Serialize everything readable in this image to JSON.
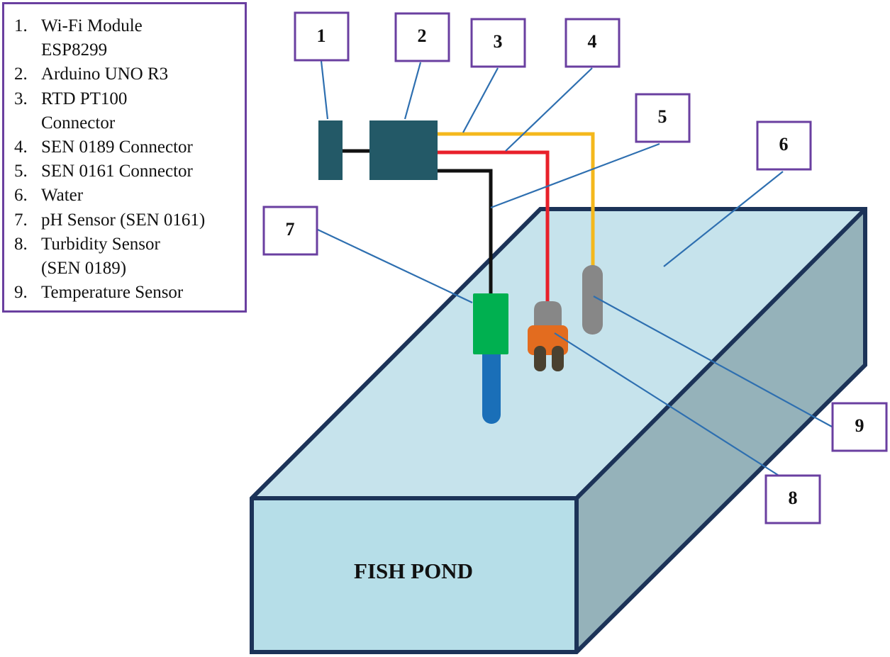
{
  "legend": {
    "items": [
      {
        "num": "1.",
        "lines": [
          "Wi-Fi Module",
          "ESP8299"
        ]
      },
      {
        "num": "2.",
        "lines": [
          "Arduino UNO R3"
        ]
      },
      {
        "num": "3.",
        "lines": [
          "RTD PT100",
          "Connector"
        ]
      },
      {
        "num": "4.",
        "lines": [
          "SEN 0189 Connector"
        ]
      },
      {
        "num": "5.",
        "lines": [
          "SEN 0161 Connector"
        ]
      },
      {
        "num": "6.",
        "lines": [
          "Water"
        ]
      },
      {
        "num": "7.",
        "lines": [
          "pH Sensor (SEN 0161)"
        ]
      },
      {
        "num": "8.",
        "lines": [
          "Turbidity Sensor",
          "(SEN 0189)"
        ]
      },
      {
        "num": "9.",
        "lines": [
          "Temperature Sensor"
        ]
      }
    ]
  },
  "callouts": [
    "1",
    "2",
    "3",
    "4",
    "5",
    "6",
    "7",
    "8",
    "9"
  ],
  "pond": {
    "title": "FISH POND"
  },
  "colors": {
    "callout_border": "#6a3fa0",
    "leader_line": "#2e6fb0",
    "module_fill": "#235967",
    "wire_yellow": "#f4b81c",
    "wire_red": "#e8202a",
    "wire_black": "#111111",
    "pond_outline": "#1c3358",
    "pond_top": "#c6e3ec",
    "pond_front": "#b6dee8",
    "pond_side": "#95b2ba",
    "ph_body": "#00b050",
    "ph_tip": "#1a6fb8",
    "sensor_gray": "#878787",
    "turbidity_collar": "#e36c1f",
    "turbidity_prongs": "#4a4130"
  }
}
